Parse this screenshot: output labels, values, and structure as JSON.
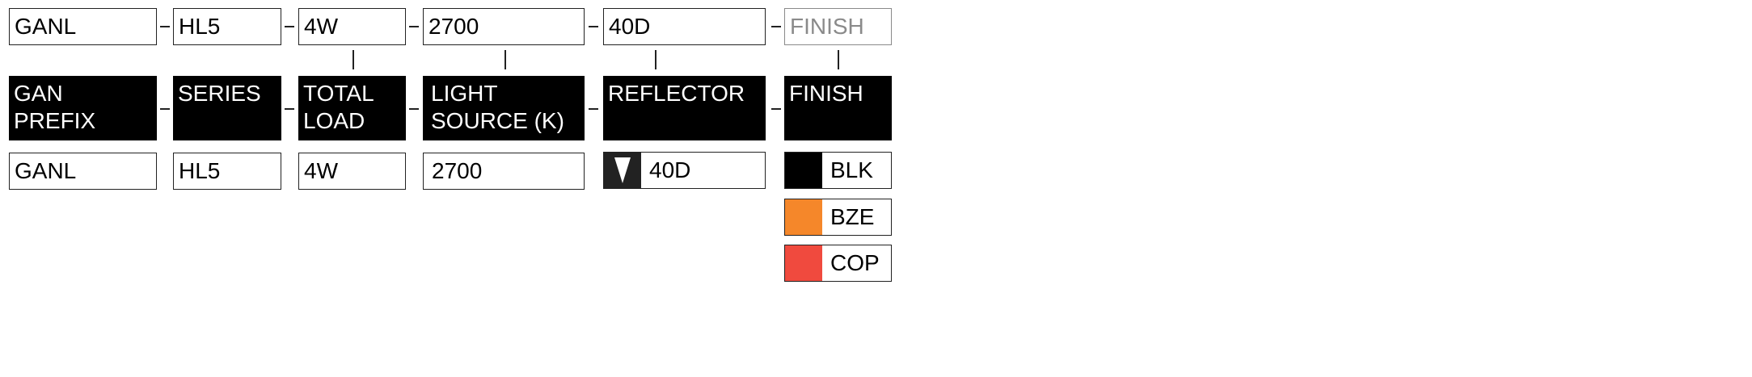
{
  "code_row": [
    "GANL",
    "HL5",
    "4W",
    "2700",
    "40D",
    "FINISH"
  ],
  "headers": [
    "GAN\nPREFIX",
    "SERIES",
    "TOTAL\nLOAD",
    "LIGHT\nSOURCE (K)",
    "REFLECTOR",
    "FINISH"
  ],
  "options": {
    "prefix": "GANL",
    "series": "HL5",
    "load": "4W",
    "source": "2700",
    "reflector": {
      "label": "40D",
      "icon": "beam-cone-icon"
    },
    "finishes": [
      {
        "label": "BLK",
        "color": "#000000"
      },
      {
        "label": "BZE",
        "color": "#F5872A"
      },
      {
        "label": "COP",
        "color": "#F04A3E"
      }
    ]
  }
}
